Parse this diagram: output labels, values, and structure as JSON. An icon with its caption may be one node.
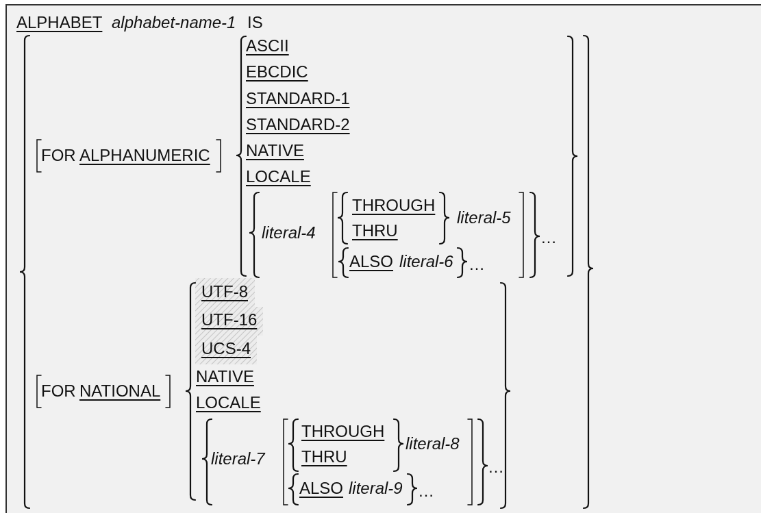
{
  "diagram": {
    "labels": [
      "ALPHABET",
      "alphabet-name-1",
      "IS",
      "ASCII",
      "EBCDIC",
      "STANDARD-1",
      "STANDARD-2",
      "FOR",
      "ALPHANUMERIC",
      "NATIVE",
      "LOCALE",
      "THROUGH",
      "literal-5",
      "literal-4",
      "THRU",
      "…",
      "ALSO",
      "literal-6",
      "…",
      "UTF-8",
      "UTF-16",
      "UCS-4",
      "NATIVE",
      "FOR",
      "NATIONAL",
      "LOCALE",
      "THROUGH",
      "literal-8",
      "literal-7",
      "THRU",
      "…",
      "ALSO",
      "literal-9",
      "…"
    ]
  }
}
